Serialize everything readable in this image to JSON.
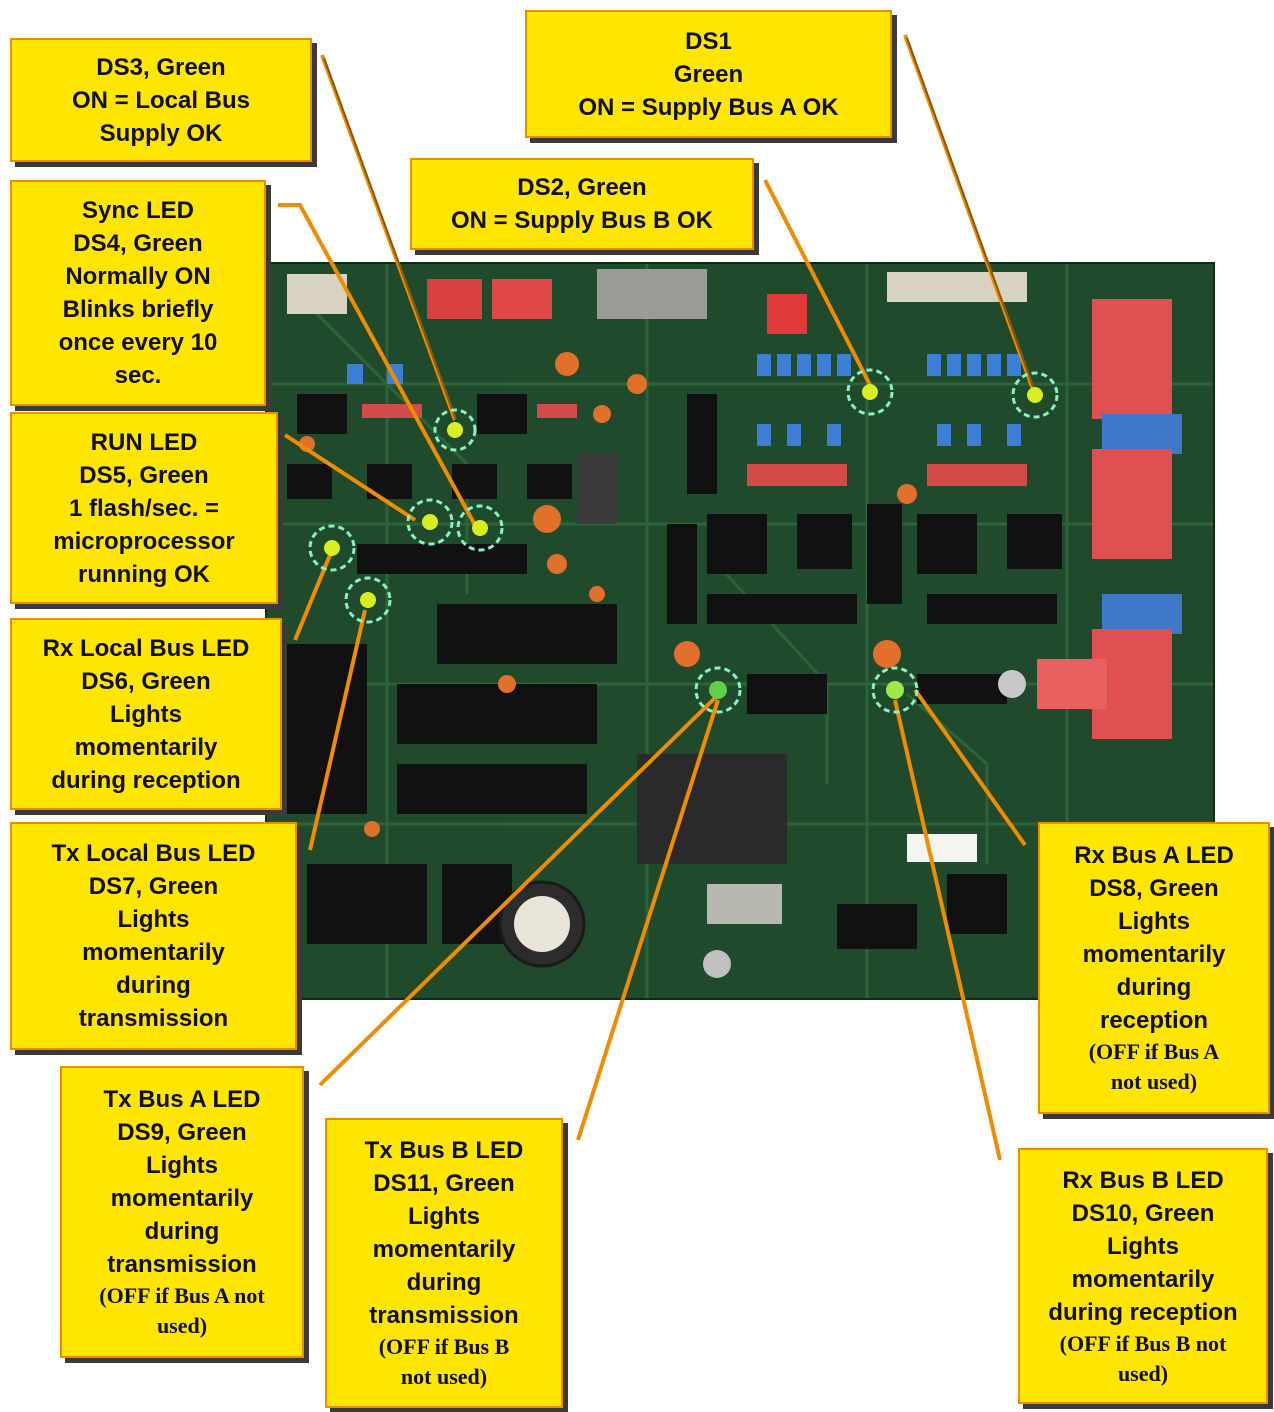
{
  "callouts": [
    {
      "id": "ds3",
      "lines": [
        "DS3, Green",
        "ON = Local Bus",
        "Supply OK"
      ],
      "note": []
    },
    {
      "id": "ds1",
      "lines": [
        "DS1",
        "Green",
        "ON = Supply Bus A OK"
      ],
      "note": []
    },
    {
      "id": "ds2",
      "lines": [
        "DS2, Green",
        "ON = Supply Bus B OK"
      ],
      "note": []
    },
    {
      "id": "sync",
      "lines": [
        "Sync LED",
        "DS4, Green",
        "Normally ON",
        "Blinks briefly",
        "once every 10",
        "sec."
      ],
      "note": []
    },
    {
      "id": "run",
      "lines": [
        "RUN LED",
        "DS5, Green",
        "1 flash/sec. =",
        "microprocessor",
        "running OK"
      ],
      "note": []
    },
    {
      "id": "rx-local",
      "lines": [
        "Rx Local Bus LED",
        "DS6, Green",
        "Lights",
        "momentarily",
        "during reception"
      ],
      "note": []
    },
    {
      "id": "tx-local",
      "lines": [
        "Tx Local Bus LED",
        "DS7, Green",
        "Lights",
        "momentarily",
        "during",
        "transmission"
      ],
      "note": []
    },
    {
      "id": "rx-bus-a",
      "lines": [
        "Rx Bus A LED",
        "DS8, Green",
        "Lights",
        "momentarily",
        "during",
        "reception"
      ],
      "note": [
        "(OFF if Bus A",
        "not used)"
      ]
    },
    {
      "id": "tx-bus-a",
      "lines": [
        "Tx Bus A LED",
        "DS9, Green",
        "Lights",
        "momentarily",
        "during",
        "transmission"
      ],
      "note": [
        "(OFF if Bus A not",
        "used)"
      ]
    },
    {
      "id": "tx-bus-b",
      "lines": [
        "Tx Bus B LED",
        "DS11, Green",
        "Lights",
        "momentarily",
        "during",
        "transmission"
      ],
      "note": [
        "(OFF if Bus B",
        "not used)"
      ]
    },
    {
      "id": "rx-bus-b",
      "lines": [
        "Rx Bus B LED",
        "DS10, Green",
        "Lights",
        "momentarily",
        "during reception"
      ],
      "note": [
        "(OFF if Bus B not",
        "used)"
      ]
    }
  ],
  "colors": {
    "label_fill": "#ffe600",
    "label_border": "#f08c00",
    "leader_line": "#f08c00",
    "led_green": "#b8ff4a",
    "board": "#1f4a2c"
  }
}
